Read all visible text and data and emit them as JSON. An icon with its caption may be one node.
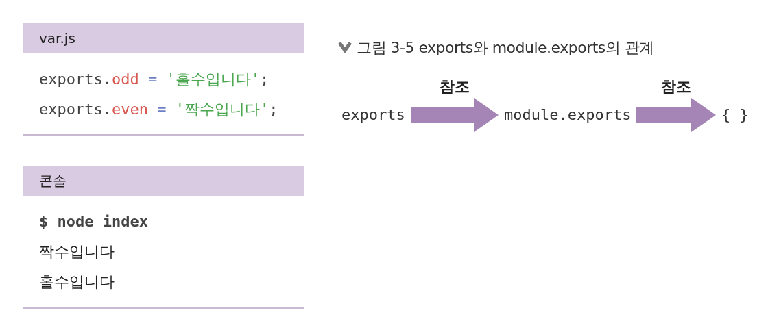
{
  "diagram": {
    "title": "그림 3-5 exports와 module.exports의 관계",
    "nodes": [
      {
        "text": [
          "exports"
        ]
      },
      {
        "text": [
          "module.exports"
        ]
      },
      {
        "text": [
          "{ }"
        ]
      }
    ],
    "edges": [
      {
        "from": 0,
        "to": 1,
        "arrow": "to",
        "label": "참조",
        "style": "thick",
        "color": "#a585b6"
      },
      {
        "from": 1,
        "to": 2,
        "arrow": "to",
        "label": "참조",
        "style": "thick",
        "color": "#a585b6"
      }
    ],
    "labels": [
      "var.js",
      "exports.odd = '홀수입니다';",
      "exports.even = '짝수입니다';",
      "콘솔",
      "$ node index",
      "짝수입니다",
      "홀수입니다"
    ]
  }
}
